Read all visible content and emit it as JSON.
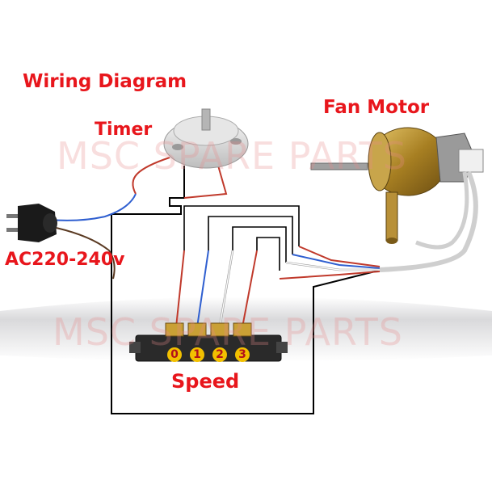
{
  "title": "Wiring Diagram",
  "labels": {
    "timer": "Timer",
    "fan_motor": "Fan Motor",
    "power": "AC220-240v",
    "speed": "Speed"
  },
  "watermark": "MSC SPARE PARTS",
  "switch_positions": [
    "0",
    "1",
    "2",
    "3"
  ],
  "colors": {
    "label_red": "#e8161c",
    "wire_black": "#000000",
    "wire_red": "#c0392b",
    "wire_blue": "#2f5fd0",
    "wire_white": "#ffffff",
    "badge_yellow": "#f2c000"
  }
}
